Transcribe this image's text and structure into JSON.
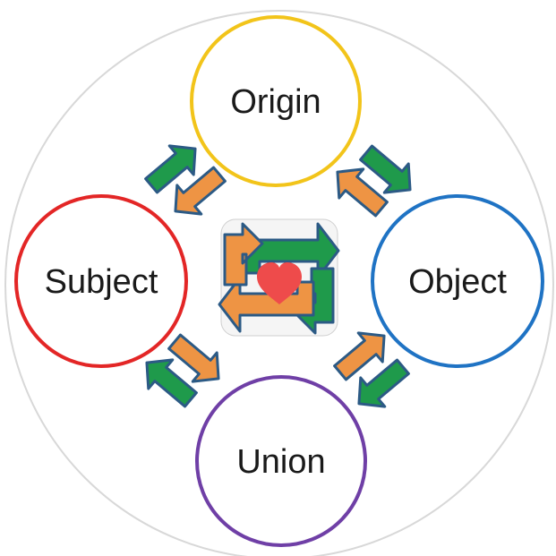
{
  "diagram": {
    "nodes": {
      "origin": {
        "label": "Origin",
        "color": "#f2c41a"
      },
      "subject": {
        "label": "Subject",
        "color": "#e32626"
      },
      "object": {
        "label": "Object",
        "color": "#1f73c4"
      },
      "union": {
        "label": "Union",
        "color": "#6f3fa6"
      }
    },
    "center_symbol": "heart-icon",
    "colors": {
      "green_arrow": "#1f9a4b",
      "orange_arrow": "#ee9444",
      "arrow_outline": "#2c5a85",
      "heart": "#ee4b4b",
      "outer_ring": "#d8d8d8"
    }
  }
}
